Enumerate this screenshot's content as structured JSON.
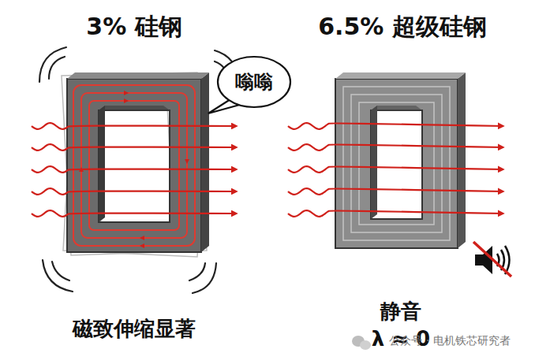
{
  "diagram": {
    "nodes": [
      {
        "text": [
          "嗡嗡"
        ]
      }
    ],
    "labels": [
      "3% 硅钢",
      "6.5% 超级硅钢",
      "磁致伸缩显著",
      "静音",
      "λ ≈ 0",
      "公众号 · 电机铁芯研究者"
    ]
  }
}
